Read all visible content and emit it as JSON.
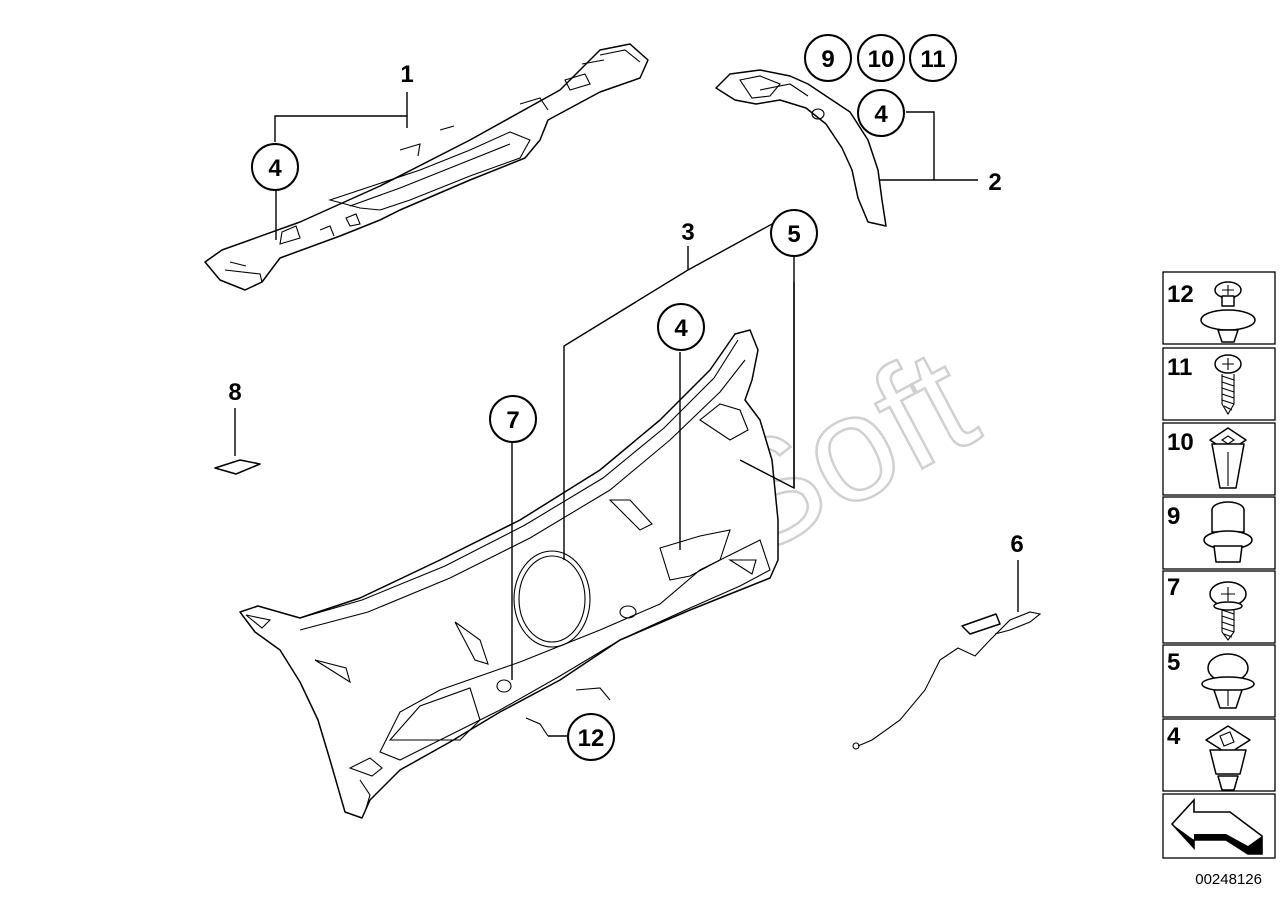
{
  "diagram": {
    "watermark": "AutoSoft",
    "catalog_number": "00248126",
    "callouts": {
      "c1": "1",
      "c2": "2",
      "c3": "3",
      "c4a": "4",
      "c4b": "4",
      "c4c": "4",
      "c5": "5",
      "c6": "6",
      "c7": "7",
      "c8": "8",
      "c9": "9",
      "c10": "10",
      "c11": "11",
      "c12": "12"
    },
    "legend": [
      {
        "label": "12",
        "icon": "push-rivet-icon"
      },
      {
        "label": "11",
        "icon": "screw-icon"
      },
      {
        "label": "10",
        "icon": "spreading-nut-icon"
      },
      {
        "label": "9",
        "icon": "expanding-rivet-icon"
      },
      {
        "label": "7",
        "icon": "collar-screw-icon"
      },
      {
        "label": "5",
        "icon": "clip-icon"
      },
      {
        "label": "4",
        "icon": "trim-clip-icon"
      }
    ],
    "nav_icon": "arrow-back-icon"
  }
}
